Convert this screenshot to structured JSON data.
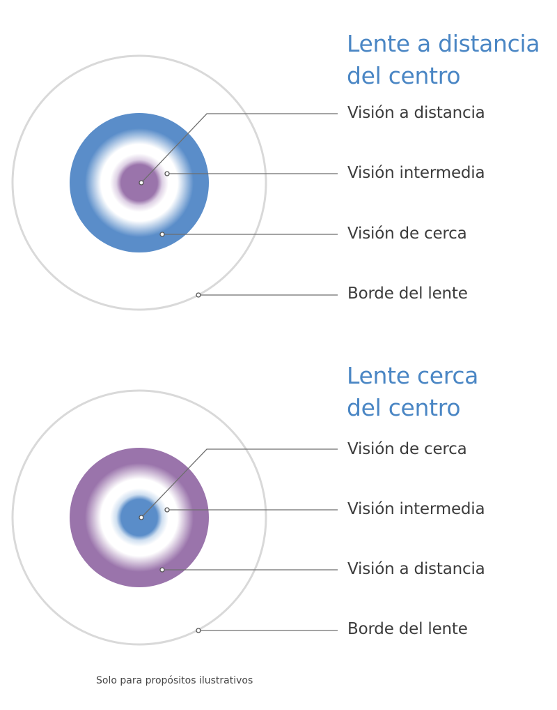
{
  "diagrams": [
    {
      "title_line1": "Lente a distancia",
      "title_line2": "del centro",
      "labels": [
        "Visión a distancia",
        "Visión intermedia",
        "Visión de cerca",
        "Borde del lente"
      ],
      "center_color": "#9a74ab",
      "outer_color": "#5a8dc9"
    },
    {
      "title_line1": "Lente cerca",
      "title_line2": "del centro",
      "labels": [
        "Visión de cerca",
        "Visión intermedia",
        "Visión a distancia",
        "Borde del lente"
      ],
      "center_color": "#5a8dc9",
      "outer_color": "#9a74ab"
    }
  ],
  "footnote": "Solo para propósitos ilustrativos",
  "colors": {
    "title": "#4a86c4",
    "lens_rim": "#d9d9d9",
    "leader_line": "#6e6e6e",
    "label_text": "#3c3c3c"
  }
}
